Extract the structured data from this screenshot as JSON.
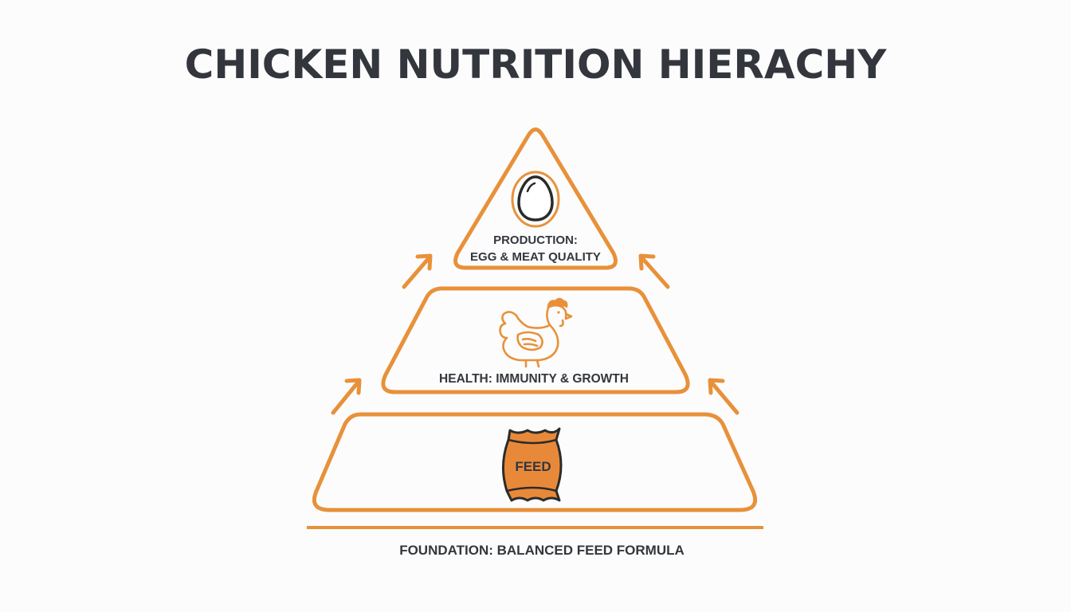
{
  "title": "CHICKEN NUTRITION HIERACHY",
  "colors": {
    "accent": "#e8913a",
    "text": "#33373d",
    "sack_fill": "#e8893a",
    "background": "#fcfcfc"
  },
  "levels": [
    {
      "id": "production",
      "label_line1": "PRODUCTION:",
      "label_line2": "EGG & MEAT QUALITY",
      "icon": "egg-icon"
    },
    {
      "id": "health",
      "label": "HEALTH: IMMUNITY & GROWTH",
      "icon": "chicken-icon"
    },
    {
      "id": "base",
      "sack_label": "FEED",
      "icon": "feed-sack-icon"
    }
  ],
  "foundation_label": "FOUNDATION: BALANCED FEED FORMULA",
  "arrow_icons": [
    "arrow-up-right-icon",
    "arrow-up-left-icon"
  ]
}
